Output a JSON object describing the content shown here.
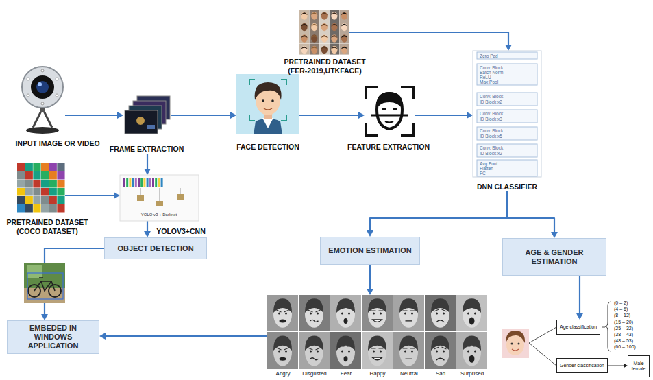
{
  "diagram": {
    "nodes": [
      {
        "text": [
          "PRETRAINED DATASET (FER-2019,UTKFACE)"
        ]
      },
      {
        "text": [
          "INPUT IMAGE OR VIDEO"
        ]
      },
      {
        "text": [
          "FRAME EXTRACTION"
        ]
      },
      {
        "text": [
          "FACE DETECTION"
        ]
      },
      {
        "text": [
          "FEATURE EXTRACTION"
        ]
      },
      {
        "text": [
          "DNN CLASSIFIER"
        ]
      },
      {
        "text": [
          "PRETRAINED DATASET (COCO DATASET)"
        ]
      },
      {
        "text": [
          "YOLOV3+CNN"
        ]
      },
      {
        "text": [
          "OBJECT DETECTION"
        ]
      },
      {
        "text": [
          "EMOTION ESTIMATION"
        ]
      },
      {
        "text": [
          "AGE & GENDER ESTIMATION"
        ]
      },
      {
        "text": [
          "EMBEDED IN WINDOWS APPLICATION"
        ]
      },
      {
        "text": [
          "Angry",
          "Disgusted",
          "Fear",
          "Happy",
          "Neutral",
          "Sad",
          "Surprised"
        ]
      },
      {
        "text": [
          "Age classification"
        ]
      },
      {
        "text": [
          "Gender classification"
        ]
      },
      {
        "text": [
          "Male female"
        ]
      }
    ],
    "edges": [
      {
        "from": 1,
        "to": 2,
        "arrow": "to"
      },
      {
        "from": 2,
        "to": 3,
        "arrow": "to"
      },
      {
        "from": 3,
        "to": 4,
        "arrow": "to"
      },
      {
        "from": 4,
        "to": 5,
        "arrow": "to"
      },
      {
        "from": 0,
        "to": 5,
        "arrow": "to"
      },
      {
        "from": 2,
        "to": 7,
        "arrow": "to"
      },
      {
        "from": 6,
        "to": 7,
        "arrow": "to"
      },
      {
        "from": 7,
        "to": 8,
        "arrow": "to"
      },
      {
        "from": 8,
        "to": 11,
        "arrow": "to"
      },
      {
        "from": 5,
        "to": 9,
        "arrow": "to"
      },
      {
        "from": 5,
        "to": 10,
        "arrow": "to"
      },
      {
        "from": 9,
        "to": 12,
        "arrow": "to"
      },
      {
        "from": 12,
        "to": 11,
        "arrow": "to"
      },
      {
        "from": 10,
        "to": 13,
        "arrow": "to"
      },
      {
        "from": 14,
        "to": 15,
        "arrow": "to"
      }
    ],
    "labels": [
      "Zero Pad",
      "Conv. Block",
      "Batch Norm",
      "ReLU",
      "Max Pool",
      "Conv. Block",
      "ID Block x2",
      "Conv. Block",
      "ID Block x3",
      "Conv. Block",
      "ID Block x5",
      "Conv. Block",
      "ID Block x2",
      "Avg Pool",
      "Flatten",
      "FC",
      "YOLO v3 + Darknet",
      "(0 – 2)",
      "(4 – 6)",
      "(8 – 12)",
      "(15 – 20)",
      "(25 – 32)",
      "(38 – 43)",
      "(48 – 53)",
      "(60 – 100)"
    ]
  }
}
